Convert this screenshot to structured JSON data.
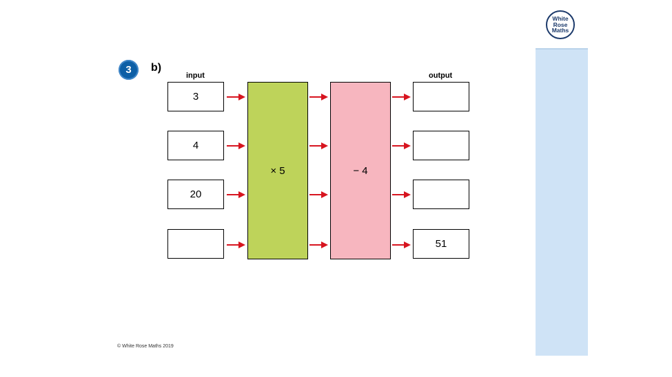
{
  "logo": {
    "line1": "White",
    "line2": "Rose",
    "line3": "Maths"
  },
  "question": {
    "number": "3",
    "part": "b)"
  },
  "headers": {
    "input": "input",
    "output": "output"
  },
  "inputs": [
    "3",
    "4",
    "20",
    ""
  ],
  "outputs": [
    "",
    "",
    "",
    "51"
  ],
  "machines": [
    {
      "label": "× 5",
      "color": "#bed35a"
    },
    {
      "label": "− 4",
      "color": "#f7b6bf"
    }
  ],
  "arrow_color": "#d7141f",
  "footer": "© White Rose Maths 2019"
}
